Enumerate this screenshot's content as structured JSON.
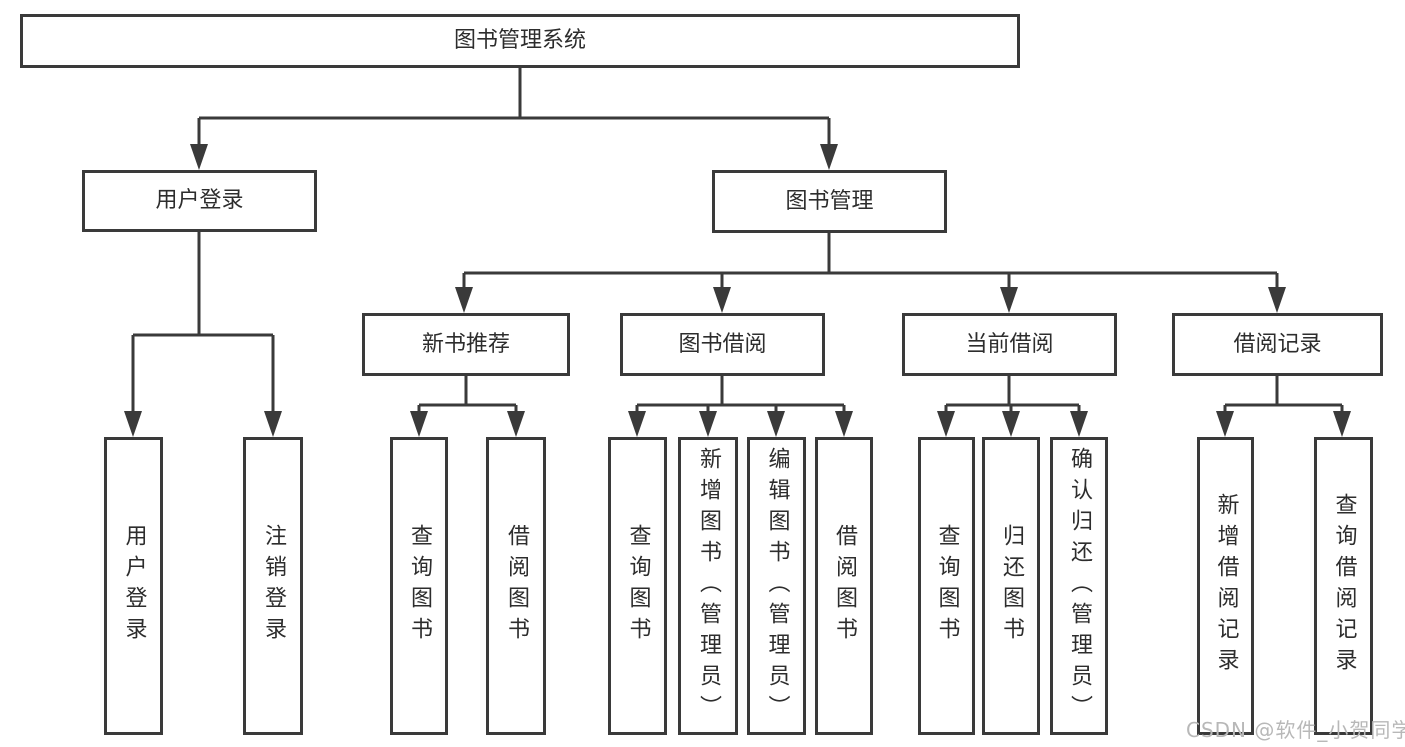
{
  "diagram": {
    "type": "tree",
    "title": "图书管理系统",
    "colors": {
      "line": "#3a3a3a",
      "box_border": "#3a3a3a",
      "text": "#2d2d2d",
      "background": "#ffffff",
      "watermark": "#b8b8b8"
    }
  },
  "tree": {
    "label": "图书管理系统",
    "children": [
      {
        "label": "用户登录",
        "children": [
          {
            "label": "用户登录"
          },
          {
            "label": "注销登录"
          }
        ]
      },
      {
        "label": "图书管理",
        "children": [
          {
            "label": "新书推荐",
            "children": [
              {
                "label": "查询图书"
              },
              {
                "label": "借阅图书"
              }
            ]
          },
          {
            "label": "图书借阅",
            "children": [
              {
                "label": "查询图书"
              },
              {
                "label": "新增图书（管理员）"
              },
              {
                "label": "编辑图书（管理员）"
              },
              {
                "label": "借阅图书"
              }
            ]
          },
          {
            "label": "当前借阅",
            "children": [
              {
                "label": "查询图书"
              },
              {
                "label": "归还图书"
              },
              {
                "label": "确认归还（管理员）"
              }
            ]
          },
          {
            "label": "借阅记录",
            "children": [
              {
                "label": "新增借阅记录"
              },
              {
                "label": "查询借阅记录"
              }
            ]
          }
        ]
      }
    ]
  },
  "watermark": {
    "text": "CSDN @软件_小贺同学"
  }
}
